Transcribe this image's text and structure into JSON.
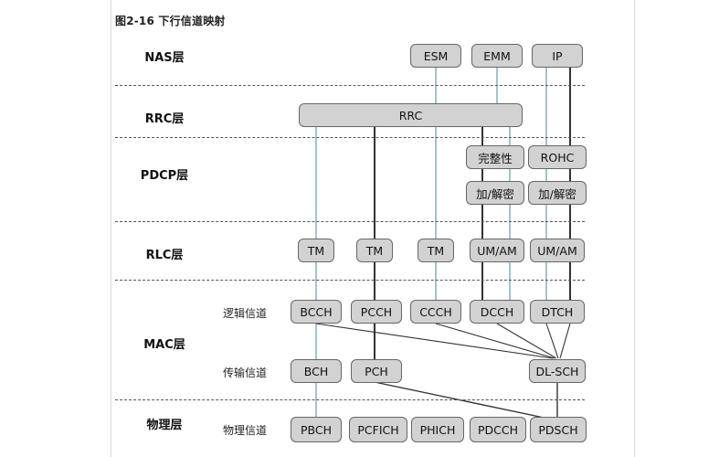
{
  "figure": {
    "title": "图2-16 下行信道映射"
  },
  "layers": {
    "nas": "NAS层",
    "rrc": "RRC层",
    "pdcp": "PDCP层",
    "rlc": "RLC层",
    "mac": "MAC层",
    "phy": "物理层"
  },
  "sublabels": {
    "logical": "逻辑信道",
    "transport": "传输信道",
    "physical": "物理信道"
  },
  "nodes": {
    "esm": "ESM",
    "emm": "EMM",
    "ip": "IP",
    "rrc": "RRC",
    "integrity": "完整性",
    "rohc": "ROHC",
    "cipher1": "加/解密",
    "cipher2": "加/解密",
    "tm1": "TM",
    "tm2": "TM",
    "tm3": "TM",
    "umam1": "UM/AM",
    "umam2": "UM/AM",
    "bcch": "BCCH",
    "pcch": "PCCH",
    "ccch": "CCCH",
    "dcch": "DCCH",
    "dtch": "DTCH",
    "bch": "BCH",
    "pch": "PCH",
    "dlsch": "DL-SCH",
    "pbch": "PBCH",
    "pcfich": "PCFICH",
    "phich": "PHICH",
    "pdcch": "PDCCH",
    "pdsch": "PDSCH"
  },
  "colors": {
    "box_fill": "#d2d2d2",
    "box_border": "#666666",
    "thin_line": "#6d9aa6",
    "thick_line": "#333333",
    "divider": "#555555"
  }
}
